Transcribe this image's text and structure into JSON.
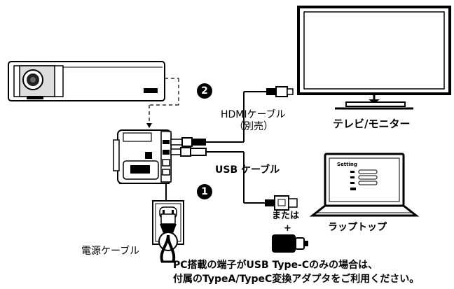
{
  "labels": {
    "hdmi_cable": "HDMIケーブル",
    "sold_separately": "（別売）",
    "usb_cable": "USB ケーブル",
    "tv_monitor": "テレビ/モニター",
    "laptop": "ラップトップ",
    "or": "または",
    "plus": "+",
    "power_cable": "電源ケーブル",
    "note_line1": "PC搭載の端子がUSB Type-Cのみの場合は、",
    "note_line2": "付属のTypeA/TypeC変換アダプタをご利用ください。",
    "laptop_screen_title": "Setting"
  },
  "badges": {
    "step1": "1",
    "step2": "2"
  },
  "icons": [
    "projector",
    "camera-base-unit",
    "tv-monitor",
    "laptop",
    "wall-outlet",
    "power-plug",
    "hdmi-connector",
    "usb-connector",
    "typec-adapter"
  ]
}
